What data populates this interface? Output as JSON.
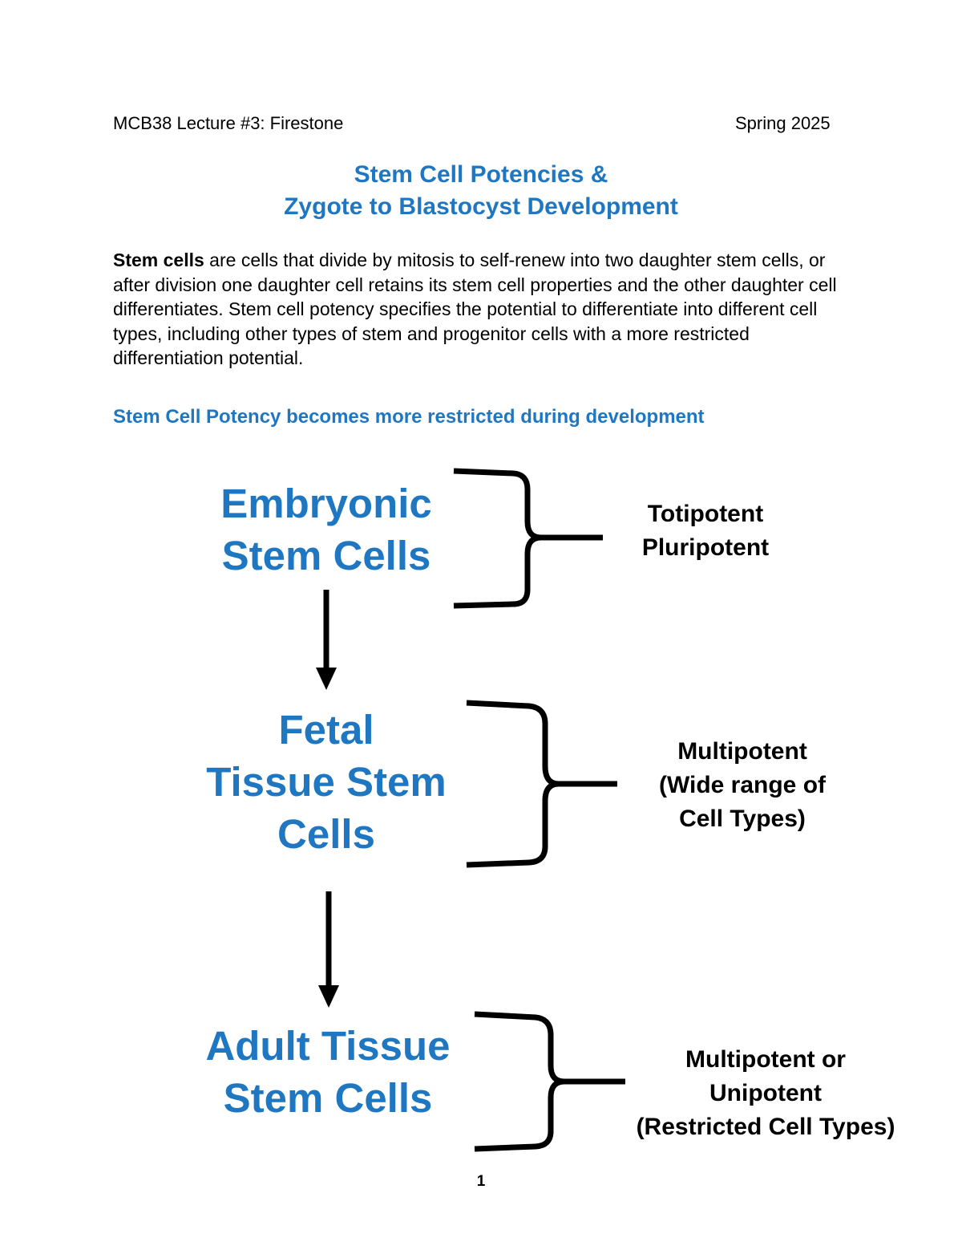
{
  "header": {
    "course": "MCB38 Lecture #3: Firestone",
    "term": "Spring 2025"
  },
  "title": {
    "line1": "Stem Cell Potencies &",
    "line2": "Zygote to Blastocyst Development"
  },
  "intro": {
    "term": "Stem cells",
    "text": " are cells that divide by mitosis to self-renew into two daughter stem cells, or after division one daughter cell retains its stem cell properties and the other daughter cell differentiates. Stem cell potency specifies the potential to differentiate into different cell types, including other types of stem and progenitor cells with a more restricted differentiation potential."
  },
  "subheading": "Stem Cell Potency becomes more restricted during development",
  "stages": [
    {
      "lines": [
        "Embryonic",
        "Stem Cells"
      ],
      "potency": [
        "Totipotent",
        "Pluripotent"
      ]
    },
    {
      "lines": [
        "Fetal",
        "Tissue Stem",
        "Cells"
      ],
      "potency": [
        "Multipotent",
        "(Wide range of",
        "Cell Types)"
      ]
    },
    {
      "lines": [
        "Adult Tissue",
        "Stem Cells"
      ],
      "potency": [
        "Multipotent or",
        "Unipotent",
        "(Restricted Cell Types)"
      ]
    }
  ],
  "colors": {
    "accent_blue": "#1f77c2",
    "ink": "#000000"
  },
  "page_number": "1"
}
